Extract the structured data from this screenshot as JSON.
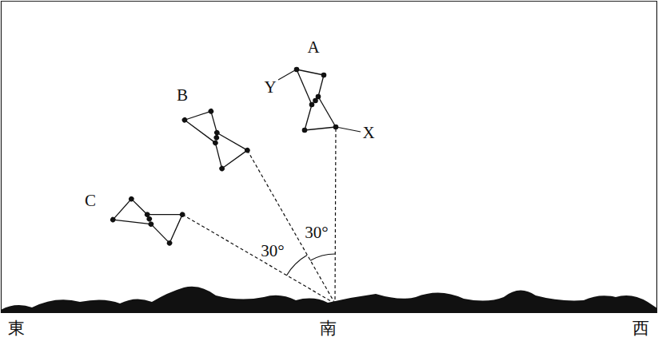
{
  "diagram": {
    "labels": [
      "A",
      "B",
      "C",
      "Y",
      "X",
      "30°",
      "30°",
      "東",
      "南",
      "西"
    ]
  }
}
